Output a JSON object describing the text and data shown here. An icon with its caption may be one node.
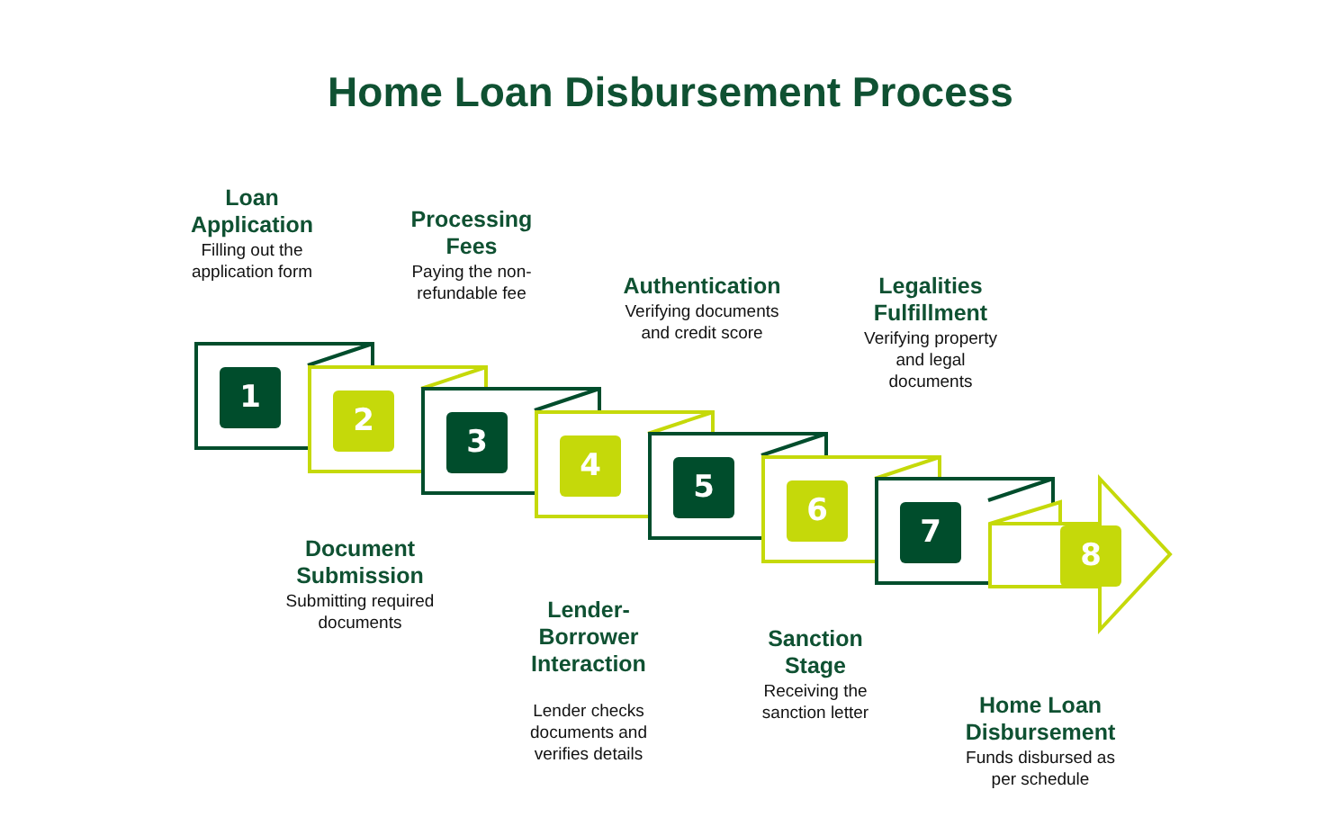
{
  "diagram": {
    "title": "Home Loan Disbursement Process",
    "nodes": [
      {
        "text": [
          "1"
        ],
        "beside": [
          "Loan Application",
          "Filling out the application form"
        ]
      },
      {
        "text": [
          "2"
        ],
        "beside": [
          "Document Submission",
          "Submitting required documents"
        ]
      },
      {
        "text": [
          "3"
        ],
        "beside": [
          "Processing Fees",
          "Paying the non-refundable fee"
        ]
      },
      {
        "text": [
          "4"
        ],
        "beside": [
          "Lender-Borrower Interaction",
          "Lender checks documents and verifies details"
        ]
      },
      {
        "text": [
          "5"
        ],
        "beside": [
          "Authentication",
          "Verifying documents and credit score"
        ]
      },
      {
        "text": [
          "6"
        ],
        "beside": [
          "Sanction Stage",
          "Receiving the sanction letter"
        ]
      },
      {
        "text": [
          "7"
        ],
        "beside": [
          "Legalities Fulfillment",
          "Verifying property and legal documents"
        ]
      },
      {
        "text": [
          "8"
        ],
        "beside": [
          "Home Loan Disbursement",
          "Funds disbursed as per schedule"
        ]
      }
    ]
  }
}
